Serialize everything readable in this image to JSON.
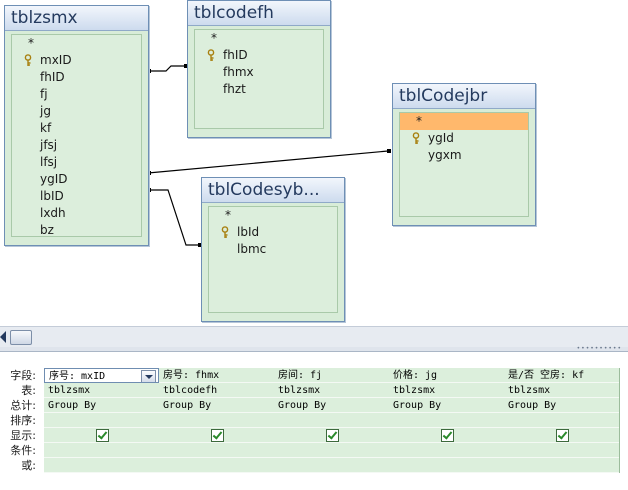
{
  "tables": [
    {
      "name": "tblzsmx",
      "fields": [
        "*",
        "mxID",
        "fhID",
        "fj",
        "jg",
        "kf",
        "jfsj",
        "lfsj",
        "ygID",
        "lbID",
        "lxdh",
        "bz"
      ]
    },
    {
      "name": "tblcodefh",
      "fields": [
        "*",
        "fhID",
        "fhmx",
        "fhzt"
      ]
    },
    {
      "name": "tblCodejbr",
      "fields": [
        "*",
        "ygId",
        "ygxm"
      ]
    },
    {
      "name": "tblCodesyb...",
      "fields": [
        "*",
        "lbId",
        "lbmc"
      ]
    }
  ],
  "grid": {
    "row_labels": [
      "字段:",
      "表:",
      "总计:",
      "排序:",
      "显示:",
      "条件:",
      "或:"
    ],
    "columns": [
      {
        "field": "序号: mxID",
        "table": "tblzsmx",
        "total": "Group By",
        "show": true
      },
      {
        "field": "房号: fhmx",
        "table": "tblcodefh",
        "total": "Group By",
        "show": true
      },
      {
        "field": "房间: fj",
        "table": "tblzsmx",
        "total": "Group By",
        "show": true
      },
      {
        "field": "价格: jg",
        "table": "tblzsmx",
        "total": "Group By",
        "show": true
      },
      {
        "field": "是/否 空房: kf",
        "table": "tblzsmx",
        "total": "Group By",
        "show": true
      }
    ]
  },
  "colors": {
    "selected_field": "#ffb86c",
    "table_body": "#d8ecd8",
    "grid_cell": "#dcefdc"
  }
}
